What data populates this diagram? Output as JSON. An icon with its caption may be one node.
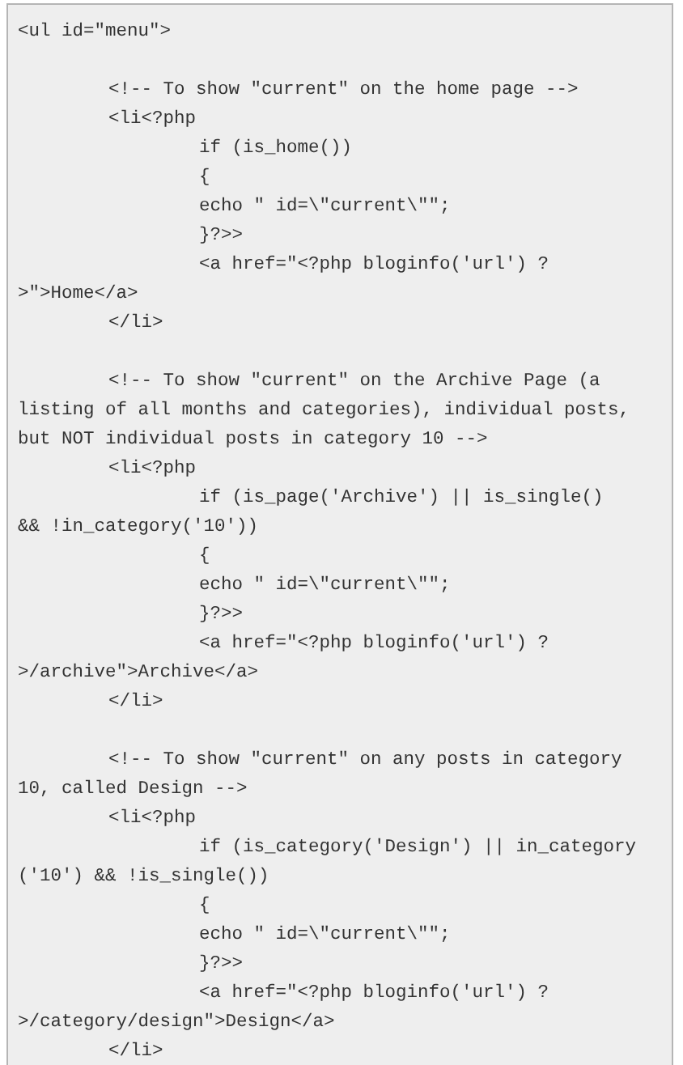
{
  "diagram": {
    "labels": [
      "<ul id=\"menu\">",
      "<!-- To show \"current\" on the home page -->",
      "<li<?php",
      "if (is_home())",
      "{",
      "echo \" id=\\\"current\\\"\";",
      "}?>>",
      "<a href=\"<?php bloginfo('url') ?",
      ">\">Home</a>",
      "</li>",
      "<!-- To show \"current\" on the Archive Page (a",
      "listing of all months and categories), individual posts,",
      "but NOT individual posts in category 10 -->",
      "<li<?php",
      "if (is_page('Archive') || is_single()",
      "&& !in_category('10'))",
      "{",
      "echo \" id=\\\"current\\\"\";",
      "}?>>",
      "<a href=\"<?php bloginfo('url') ?",
      ">/archive\">Archive</a>",
      "</li>",
      "<!-- To show \"current\" on any posts in category",
      "10, called Design -->",
      "<li<?php",
      "if (is_category('Design') || in_category",
      "('10') && !is_single())",
      "{",
      "echo \" id=\\\"current\\\"\";",
      "}?>>",
      "<a href=\"<?php bloginfo('url') ?",
      ">/category/design\">Design</a>",
      "</li>"
    ]
  }
}
